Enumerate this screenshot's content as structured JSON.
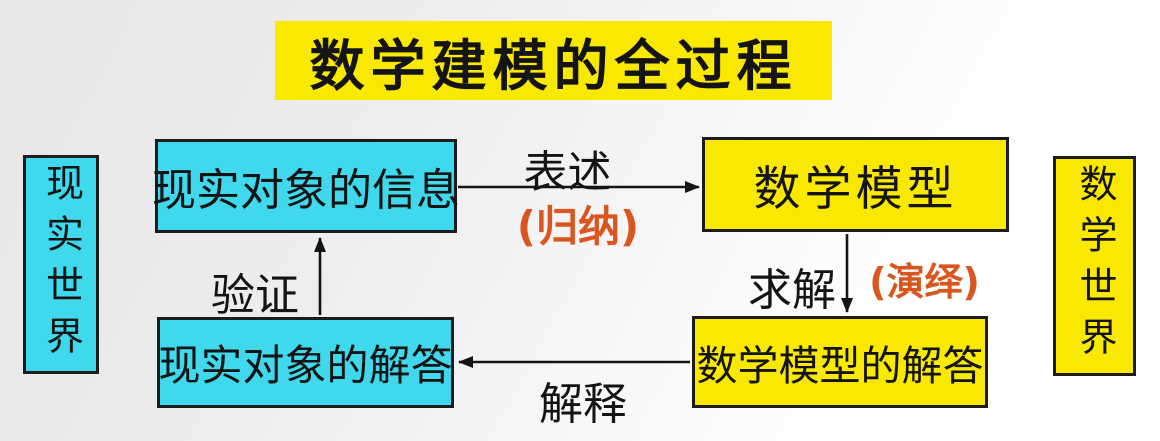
{
  "slide": {
    "title": "数学建模的全过程",
    "colors": {
      "yellow": "#f9e800",
      "cyan": "#3fd8ec",
      "accent_orange": "#d9571e",
      "border": "#1c1c1c",
      "text": "#141414"
    },
    "side_labels": {
      "left": {
        "text": "现实世界",
        "fill": "cyan"
      },
      "right": {
        "text": "数学世界",
        "fill": "yellow"
      }
    },
    "nodes": {
      "real_info": {
        "label": "现实对象的信息",
        "fill": "cyan"
      },
      "math_model": {
        "label": "数学模型",
        "fill": "yellow"
      },
      "real_solution": {
        "label": "现实对象的解答",
        "fill": "cyan"
      },
      "math_solution": {
        "label": "数学模型的解答",
        "fill": "yellow"
      }
    },
    "edges": {
      "represent": {
        "label": "表述",
        "sublabel": "(归纳)",
        "from": "现实对象的信息",
        "to": "数学模型",
        "direction": "right"
      },
      "solve": {
        "label": "求解",
        "sublabel": "(演绎)",
        "from": "数学模型",
        "to": "数学模型的解答",
        "direction": "down"
      },
      "interpret": {
        "label": "解释",
        "from": "数学模型的解答",
        "to": "现实对象的解答",
        "direction": "left"
      },
      "verify": {
        "label": "验证",
        "from": "现实对象的解答",
        "to": "现实对象的信息",
        "direction": "up"
      }
    }
  }
}
